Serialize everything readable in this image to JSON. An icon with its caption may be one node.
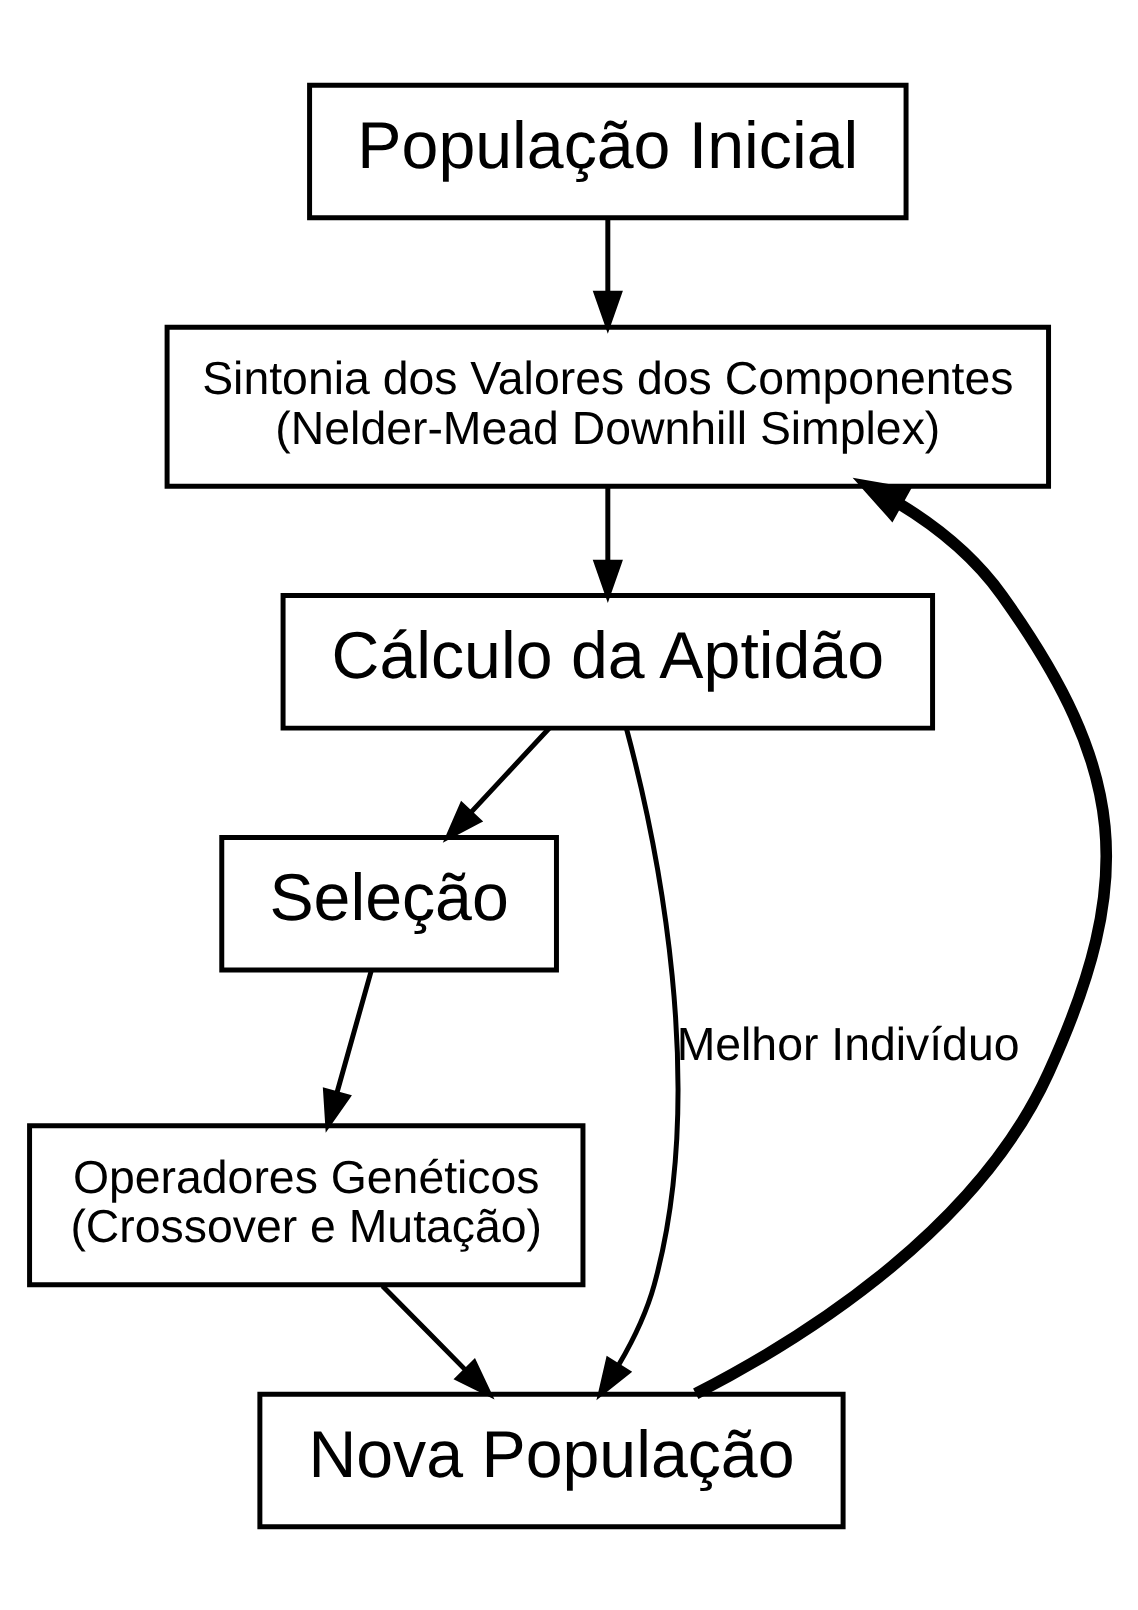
{
  "diagram": {
    "nodes": [
      {
        "text": [
          "População Inicial"
        ]
      },
      {
        "text": [
          "Sintonia dos Valores dos Componentes (Nelder-Mead Downhill Simplex)"
        ]
      },
      {
        "text": [
          "Cálculo da Aptidão"
        ]
      },
      {
        "text": [
          "Seleção"
        ]
      },
      {
        "text": [
          "Operadores Genéticos (Crossover e Mutação)"
        ]
      },
      {
        "text": [
          "Nova População"
        ]
      }
    ],
    "edges": [
      {
        "from": 0,
        "to": 1,
        "arrow": "to"
      },
      {
        "from": 1,
        "to": 2,
        "arrow": "to"
      },
      {
        "from": 2,
        "to": 3,
        "arrow": "to"
      },
      {
        "from": 3,
        "to": 4,
        "arrow": "to"
      },
      {
        "from": 4,
        "to": 5,
        "arrow": "to"
      },
      {
        "from": 2,
        "to": 5,
        "arrow": "to",
        "label": "Melhor Indivíduo"
      },
      {
        "from": 5,
        "to": 1,
        "arrow": "to",
        "style": "thick"
      }
    ]
  }
}
